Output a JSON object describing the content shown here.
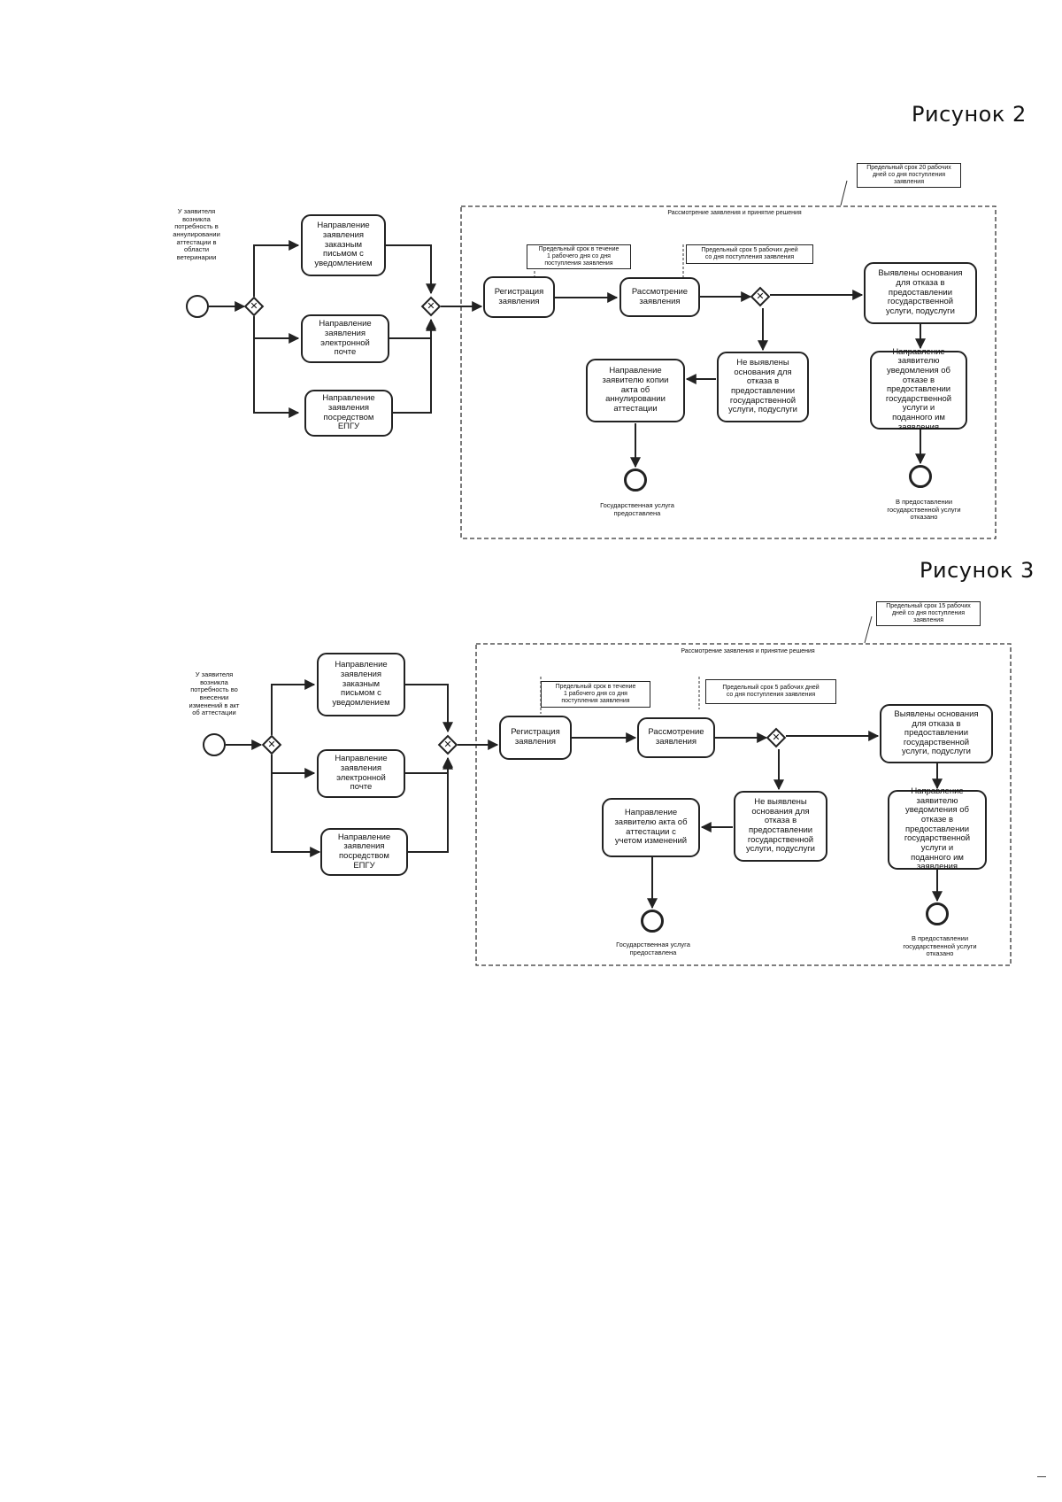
{
  "figures": [
    {
      "title": "Рисунок 2",
      "start_label": "У заявителя\nвозникла\nпотребность в\nаннулировании\nаттестации в\nобласти\nветеринарии",
      "channels": [
        "Направление\nзаявления\nзаказным\nписьмом с\nуведомлением",
        "Направление\nзаявления\nэлектронной\nпочте",
        "Направление\nзаявления\nпосредством\nЕПГУ"
      ],
      "pool_title": "Рассмотрение заявления и принятие решения",
      "overall_deadline": "Предельный срок 20 рабочих\nдней со дня поступления\nзаявления",
      "reg_deadline": "Предельный срок в течение\n1 рабочего дня со дня\nпоступления заявления",
      "review_deadline": "Предельный срок 5 рабочих дней\nсо дня поступления заявления",
      "registration": "Регистрация\nзаявления",
      "review": "Рассмотрение\nзаявления",
      "grounds_found": "Выявлены основания\nдля отказа в\nпредоставлении\nгосударственной\nуслуги, подуслуги",
      "no_grounds": "Не выявлены\nоснования для\nотказа в\nпредоставлении\nгосударственной\nуслуги, подуслуги",
      "refusal_notice": "Направление\nзаявителю\nуведомления об\nотказе в\nпредоставлении\nгосударственной\nуслуги и\nподанного им\nзаявления",
      "result_action": "Направление\nзаявителю копии\nакта об\nаннулировании\nаттестации",
      "end_success": "Государственная услуга\nпредоставлена",
      "end_refusal": "В предоставлении\nгосударственной услуги\nотказано"
    },
    {
      "title": "Рисунок 3",
      "start_label": "У заявителя\nвозникла\nпотребность во\nвнесении\nизменений в акт\nоб аттестации",
      "channels": [
        "Направление\nзаявления\nзаказным\nписьмом с\nуведомлением",
        "Направление\nзаявления\nэлектронной\nпочте",
        "Направление\nзаявления\nпосредством\nЕПГУ"
      ],
      "pool_title": "Рассмотрение заявления и принятие решения",
      "overall_deadline": "Предельный срок 15 рабочих\nдней со дня поступления\nзаявления",
      "reg_deadline": "Предельный срок в течение\n1 рабочего дня со дня\nпоступления заявления",
      "review_deadline": "Предельный срок 5 рабочих дней\nсо дня поступления заявления",
      "registration": "Регистрация\nзаявления",
      "review": "Рассмотрение\nзаявления",
      "grounds_found": "Выявлены основания\nдля отказа в\nпредоставлении\nгосударственной\nуслуги, подуслуги",
      "no_grounds": "Не выявлены\nоснования для\nотказа в\nпредоставлении\nгосударственной\nуслуги, подуслуги",
      "refusal_notice": "Направление\nзаявителю\nуведомления об\nотказе в\nпредоставлении\nгосударственной\nуслуги и\nподанного им\nзаявления",
      "result_action": "Направление\nзаявителю акта об\nаттестации с\nучетом изменений",
      "end_success": "Государственная услуга\nпредоставлена",
      "end_refusal": "В предоставлении\nгосударственной услуги\nотказано"
    }
  ]
}
